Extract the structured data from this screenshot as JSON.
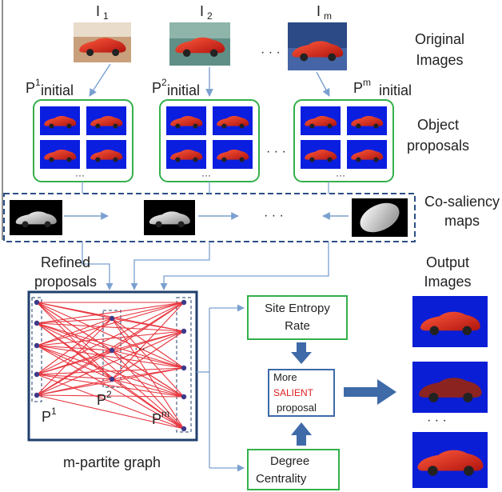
{
  "images": [
    {
      "label": "I",
      "subscript": "1"
    },
    {
      "label": "I",
      "subscript": "2"
    },
    {
      "label": "I",
      "subscript": "m"
    }
  ],
  "initial_proposals": [
    {
      "label": "P",
      "superscript": "1",
      "subscript": "initial"
    },
    {
      "label": "P",
      "superscript": "2",
      "subscript": "initial"
    },
    {
      "label": "P",
      "superscript": "m",
      "subscript": "initial"
    }
  ],
  "ellipsis": "· · ·",
  "row_ellipsis": "···",
  "side_labels": {
    "original_images": [
      "Original",
      "Images"
    ],
    "object_proposals": [
      "Object",
      "proposals"
    ],
    "cosaliency_maps": [
      "Co-saliency",
      "maps"
    ],
    "output_images": [
      "Output",
      "Images"
    ]
  },
  "refined_proposals": [
    "Refined",
    "proposals"
  ],
  "graph": {
    "caption": "m-partite graph",
    "partitions": [
      {
        "label": "P",
        "superscript": "1"
      },
      {
        "label": "P",
        "superscript": "2"
      },
      {
        "label": "P",
        "superscript": "m"
      }
    ]
  },
  "site_entropy": [
    "Site Entropy",
    "Rate"
  ],
  "degree_centrality": [
    "Degree",
    "Centrality"
  ],
  "more_salient": {
    "line1": "More",
    "line2": "SALIENT",
    "line3": "proposal"
  },
  "colors": {
    "arrow_blue": "#7aa0cf",
    "box_green": "#33b04a",
    "graph_border": "#1f3f6d",
    "edge_red": "#e8363f",
    "salient_red": "#e02020",
    "blue_arrow_fill": "#3e6aa8"
  }
}
